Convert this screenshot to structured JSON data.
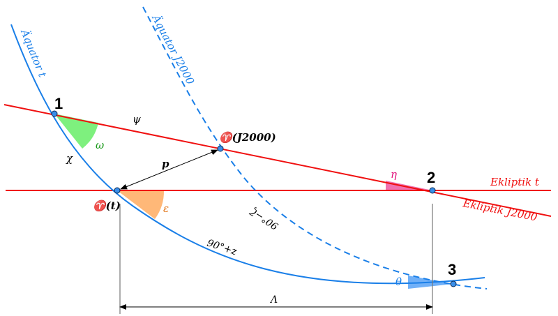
{
  "labels": {
    "equator_t": "Äquator t",
    "equator_j2000": "Äquator J2000",
    "ecliptic_t": "Ekliptik t",
    "ecliptic_j2000": "Ekliptik J2000",
    "point1": "1",
    "point2": "2",
    "point3": "3",
    "vernal_j2000": "♈(J2000)",
    "vernal_t": "♈(t)",
    "psi": "ψ",
    "omega": "ω",
    "chi": "χ",
    "p": "p",
    "epsilon": "ε",
    "eta": "η",
    "theta": "θ",
    "arc_90_z": "90°+z",
    "arc_90_zeta": "90°−ζ",
    "lambda": "Λ"
  },
  "colors": {
    "equator": "#1a7fe8",
    "ecliptic": "#f01010",
    "omega_fill": "#7ef07e",
    "epsilon_fill": "#ffb878",
    "eta_fill": "#f070b0",
    "theta_fill": "#70b0f8",
    "point": "#3a8ee8"
  }
}
